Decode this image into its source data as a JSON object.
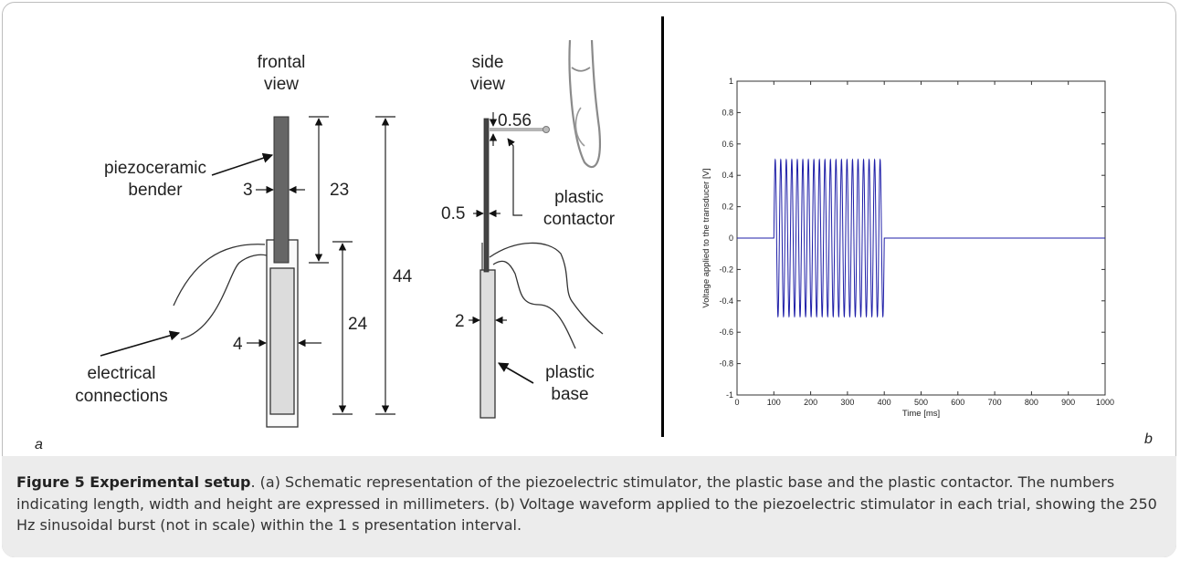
{
  "panel_a": {
    "frontal_view_line1": "frontal",
    "frontal_view_line2": "view",
    "side_view_line1": "side",
    "side_view_line2": "view",
    "piezo_line1": "piezoceramic",
    "piezo_line2": "bender",
    "electrical_line1": "electrical",
    "electrical_line2": "connections",
    "plastic_contactor_line1": "plastic",
    "plastic_contactor_line2": "contactor",
    "plastic_base_line1": "plastic",
    "plastic_base_line2": "base",
    "dim_3": "3",
    "dim_23": "23",
    "dim_44": "44",
    "dim_24": "24",
    "dim_4": "4",
    "dim_056": "0.56",
    "dim_05": "0.5",
    "dim_2": "2",
    "panel_letter": "a"
  },
  "panel_b_letter": "b",
  "chart_data": {
    "type": "line",
    "xlabel": "Time [ms]",
    "ylabel": "Voltage applied to the transducer [V]",
    "xlim": [
      0,
      1000
    ],
    "ylim": [
      -1,
      1
    ],
    "xticks": [
      "0",
      "100",
      "200",
      "300",
      "400",
      "500",
      "600",
      "700",
      "800",
      "900",
      "1000"
    ],
    "yticks": [
      "-1",
      "-0.8",
      "-0.6",
      "-0.4",
      "-0.2",
      "0",
      "0.2",
      "0.4",
      "0.6",
      "0.8",
      "1"
    ],
    "series": [
      {
        "color": "#1f1fa8",
        "baseline": 0,
        "burst_start_ms": 100,
        "burst_end_ms": 400,
        "burst_amplitude": 0.5,
        "cycles_drawn": 20
      }
    ]
  },
  "caption": {
    "label": "Figure 5 Experimental setup",
    "text": ". (a) Schematic representation of the piezoelectric stimulator, the plastic base and the plastic contactor. The numbers indicating length, width and height are expressed in millimeters. (b) Voltage waveform applied to the piezoelectric stimulator in each trial, showing the 250 Hz sinusoidal burst (not in scale) within the 1 s presentation interval."
  }
}
